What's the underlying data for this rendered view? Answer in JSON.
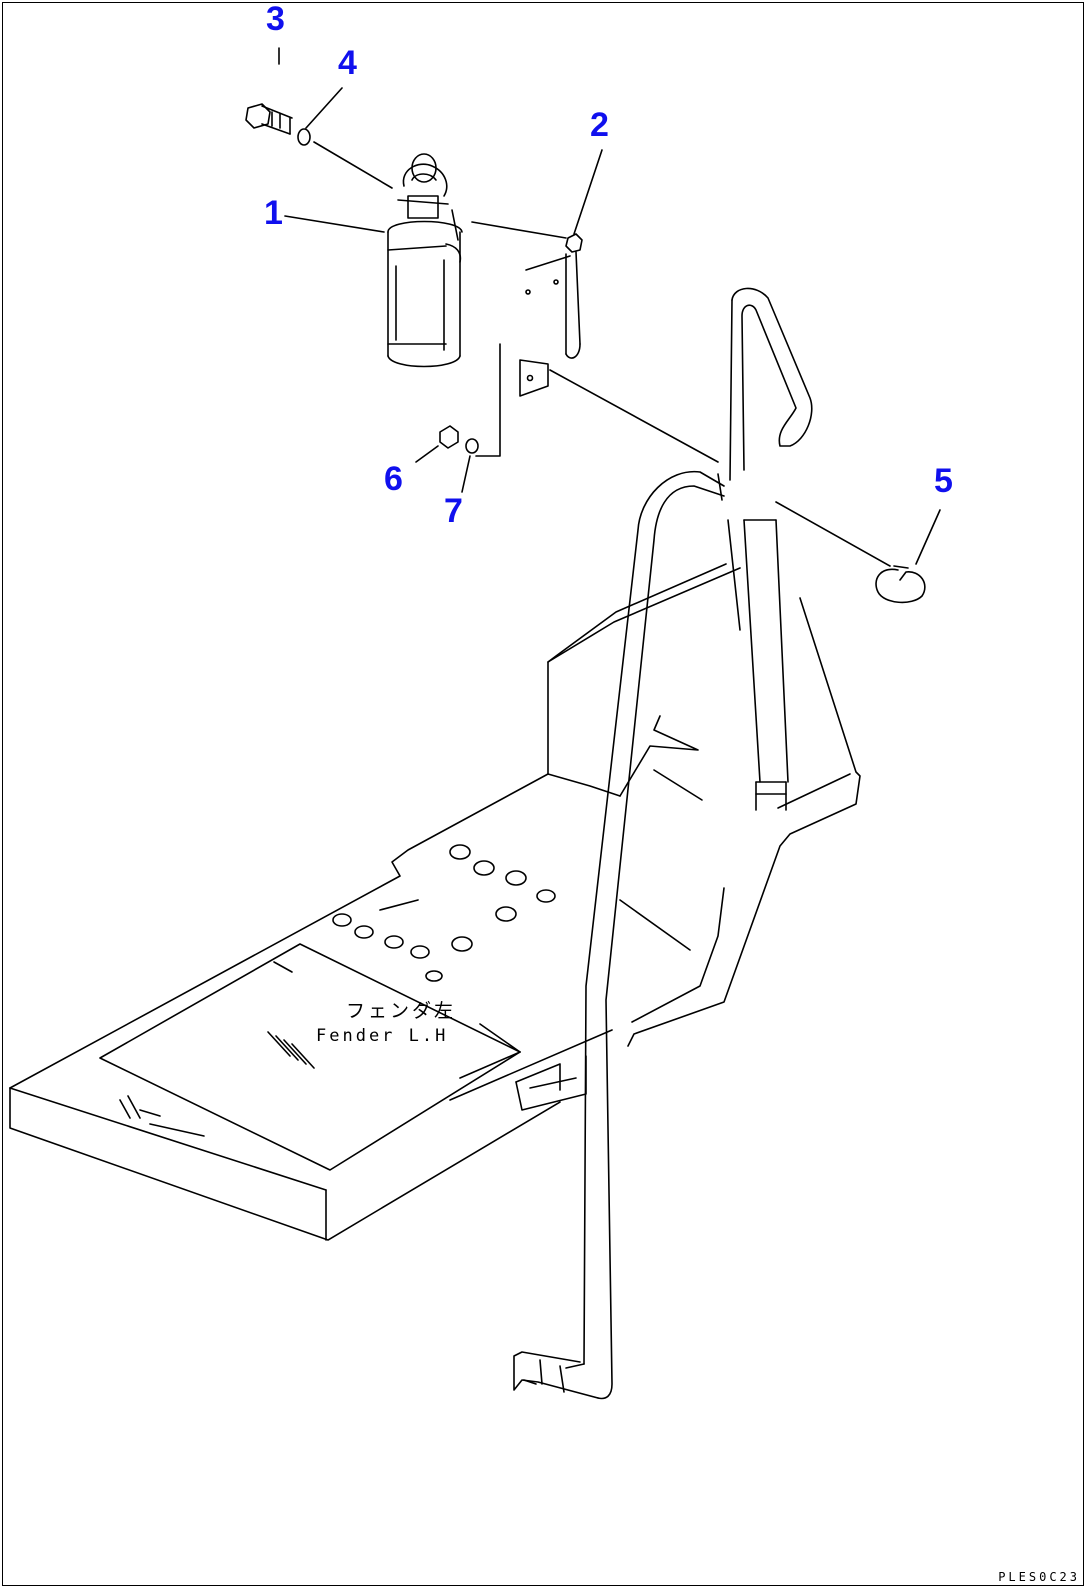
{
  "callouts": {
    "c1": "1",
    "c2": "2",
    "c3": "3",
    "c4": "4",
    "c5": "5",
    "c6": "6",
    "c7": "7"
  },
  "fender_label_jp": "フェンダ左",
  "fender_label_en": "Fender L.H",
  "drawing_code": "PLES0C23",
  "colors": {
    "callout": "#1010ee",
    "line": "#000000",
    "background": "#ffffff"
  }
}
